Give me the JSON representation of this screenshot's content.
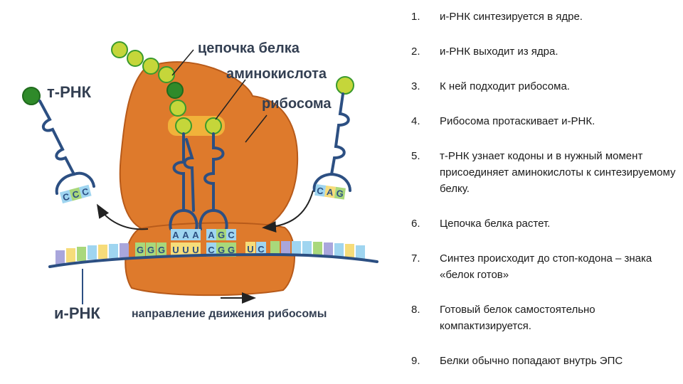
{
  "diagram": {
    "labels": {
      "protein_chain": "цепочка белка",
      "amino_acid": "аминокислота",
      "ribosome": "рибосома",
      "trna": "т-РНК",
      "mrna": "и-РНК",
      "direction": "направление движения рибосомы"
    },
    "mrna_codons": [
      "G",
      "G",
      "G",
      "U",
      "U",
      "U",
      "C",
      "G",
      "G",
      "U",
      "C"
    ],
    "trna_codons": [
      "A",
      "A",
      "A",
      "A",
      "G",
      "C"
    ],
    "left_trna_anticodon": [
      "C",
      "C",
      "C"
    ],
    "right_trna_anticodon": [
      "C",
      "A",
      "G"
    ],
    "colors": {
      "ribosome": "#de7a2c",
      "ribosome_outline": "#b75a1a",
      "trna": "#2c4f82",
      "amino_acid_light": "#c5d63a",
      "amino_acid_dark": "#3a9a2c",
      "arrow": "#222222"
    }
  },
  "steps": [
    {
      "num": "1.",
      "text": "и-РНК синтезируется в ядре."
    },
    {
      "num": "2.",
      "text": "и-РНК выходит из ядра."
    },
    {
      "num": "3.",
      "text": "К ней подходит рибосома."
    },
    {
      "num": "4.",
      "text": "Рибосома протаскивает и-РНК."
    },
    {
      "num": "5.",
      "text": "т-РНК узнает кодоны и в нужный момент присоединяет аминокислоты к синтезируемому белку."
    },
    {
      "num": "6.",
      "text": "Цепочка белка растет."
    },
    {
      "num": "7.",
      "text": "Синтез происходит до стоп-кодона – знака «белок готов»"
    },
    {
      "num": "8.",
      "text": "Готовый белок самостоятельно компактизируется."
    },
    {
      "num": "9.",
      "text": "Белки обычно попадают внутрь ЭПС"
    }
  ]
}
